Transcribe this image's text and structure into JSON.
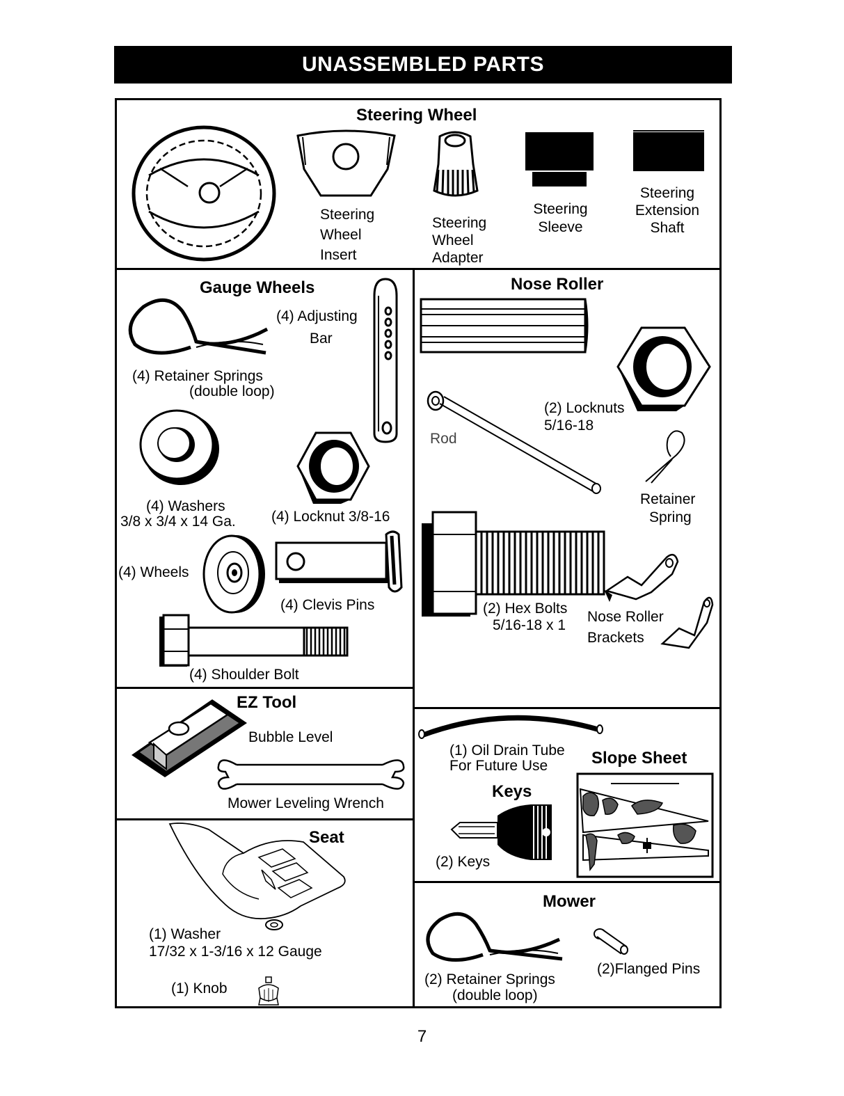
{
  "title": "UNASSEMBLED PARTS",
  "page_number": "7",
  "steering": {
    "heading": "Steering Wheel",
    "insert_lines": [
      "Steering",
      "Wheel",
      "Insert"
    ],
    "adapter_lines": [
      "Steering",
      "Wheel",
      "Adapter"
    ],
    "sleeve_lines": [
      "Steering",
      "Sleeve"
    ],
    "shaft_lines": [
      "Steering",
      "Extension",
      "Shaft"
    ]
  },
  "gauge": {
    "heading": "Gauge Wheels",
    "adjusting_bar_lines": [
      "(4) Adjusting",
      "Bar"
    ],
    "retainer_lines": [
      "(4)  Retainer Springs",
      "(double loop)"
    ],
    "washers_lines": [
      "(4) Washers",
      "3/8 x 3/4 x 14 Ga."
    ],
    "locknut": "(4) Locknut  3/8-16",
    "wheels": "(4) Wheels",
    "clevis": "(4) Clevis Pins",
    "shoulder": "(4) Shoulder Bolt"
  },
  "nose": {
    "heading": "Nose Roller",
    "locknuts_lines": [
      "(2) Locknuts",
      "5/16-18"
    ],
    "rod": "Rod",
    "retainer_lines": [
      "Retainer",
      "Spring"
    ],
    "hexbolts_lines": [
      "(2) Hex Bolts",
      "5/16-18 x 1"
    ],
    "brackets_lines": [
      "Nose Roller",
      "Brackets"
    ]
  },
  "ez": {
    "heading": "EZ Tool",
    "bubble": "Bubble Level",
    "wrench": "Mower Leveling Wrench"
  },
  "oil": {
    "lines": [
      "(1) Oil Drain Tube",
      "For Future Use"
    ]
  },
  "slope": {
    "heading": "Slope Sheet"
  },
  "keys": {
    "heading": "Keys",
    "label": "(2) Keys"
  },
  "seat": {
    "heading": "Seat",
    "washer_lines": [
      "(1) Washer",
      "17/32 x 1-3/16 x 12 Gauge"
    ],
    "knob": "(1) Knob"
  },
  "mower": {
    "heading": "Mower",
    "retainer_lines": [
      "(2)  Retainer Springs",
      "(double loop)"
    ],
    "flanged": "(2)Flanged Pins"
  }
}
